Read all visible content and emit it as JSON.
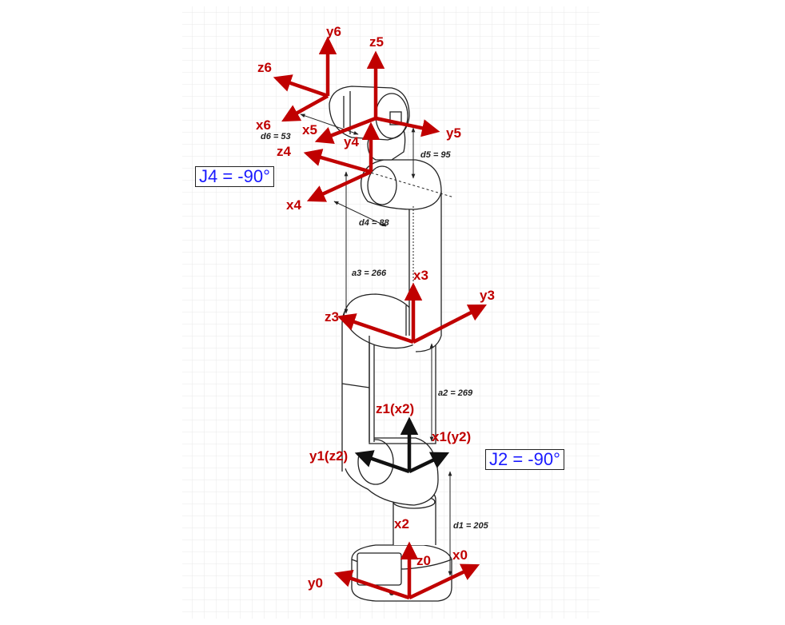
{
  "colors": {
    "axis_red": "#c00000",
    "axis_black": "#111111",
    "joint_text_blue": "#1a1aff",
    "grid": "#e6e6e6"
  },
  "frames": {
    "y6": "y6",
    "z6": "z6",
    "x6": "x6",
    "z5": "z5",
    "y5": "y5",
    "x5": "x5",
    "z4": "z4",
    "y4": "y4",
    "x4": "x4",
    "x3": "x3",
    "y3": "y3",
    "z3": "z3",
    "z1x2": "z1(x2)",
    "x1y2": "x1(y2)",
    "y1z2": "y1(z2)",
    "x2": "x2",
    "z0": "z0",
    "x0": "x0",
    "y0": "y0"
  },
  "dimensions": {
    "d6": "d6 = 53",
    "d5": "d5 = 95",
    "d4": "d4 = 88",
    "a3": "a3 = 266",
    "a2": "a2 = 269",
    "d1": "d1 = 205"
  },
  "joint_notes": {
    "j4": "J4 = -90°",
    "j2": "J2 = -90°"
  }
}
